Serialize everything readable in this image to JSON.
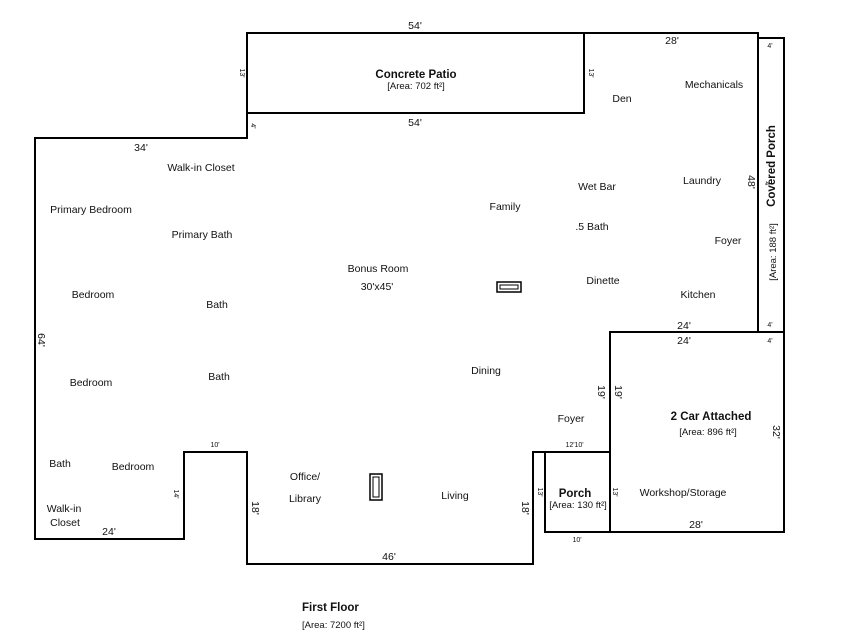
{
  "rooms": {
    "walk_in_closet_top": "Walk-in Closet",
    "primary_bedroom": "Primary Bedroom",
    "primary_bath": "Primary Bath",
    "bedroom_1": "Bedroom",
    "bath_1": "Bath",
    "bedroom_2": "Bedroom",
    "bath_2": "Bath",
    "bath_3": "Bath",
    "bedroom_3": "Bedroom",
    "walk_in_1": "Walk-in",
    "closet_1": "Closet",
    "bonus_room": "Bonus Room",
    "bonus_size": "30'x45'",
    "family": "Family",
    "wet_bar": "Wet Bar",
    "half_bath": ".5 Bath",
    "dinette": "Dinette",
    "den": "Den",
    "mechanicals": "Mechanicals",
    "laundry": "Laundry",
    "foyer_right": "Foyer",
    "kitchen": "Kitchen",
    "dining": "Dining",
    "foyer_lower": "Foyer",
    "office": "Office/",
    "library": "Library",
    "living": "Living",
    "workshop": "Workshop/Storage"
  },
  "areas": {
    "patio_title": "Concrete Patio",
    "patio_area": "[Area: 702 ft²]",
    "covered_porch_title": "Covered Porch",
    "covered_porch_area": "[Area: 188 ft²]",
    "garage_title": "2 Car Attached",
    "garage_area": "[Area: 896 ft²]",
    "porch_title": "Porch",
    "porch_area": "[Area: 130 ft²]",
    "floor_title": "First Floor",
    "floor_area": "[Area: 7200 ft²]"
  },
  "dims": {
    "patio_top": "54'",
    "patio_bottom": "54'",
    "patio_left": "13'",
    "patio_right": "13'",
    "patio_gap": "4'",
    "top_right": "28'",
    "porch_top": "4'",
    "porch_side": "48'",
    "porch_small": "4'",
    "porch_bottom": "4'",
    "left_top": "34'",
    "left_side": "64'",
    "right_24_upper": "24'",
    "right_24_lower": "24'",
    "garage_19_a": "19'",
    "garage_19_b": "19'",
    "garage_32": "32'",
    "garage_28": "28'",
    "porch_12": "12'",
    "porch_10_top": "10'",
    "porch_13_left": "13'",
    "porch_13_right": "13'",
    "porch_10_bottom": "10'",
    "notch_10": "10'",
    "notch_14": "14'",
    "bottom_24": "24'",
    "living_18_left": "18'",
    "living_18_right": "18'",
    "bottom_46": "46'"
  },
  "colors": {
    "wall": "#000000",
    "text": "#111111"
  }
}
